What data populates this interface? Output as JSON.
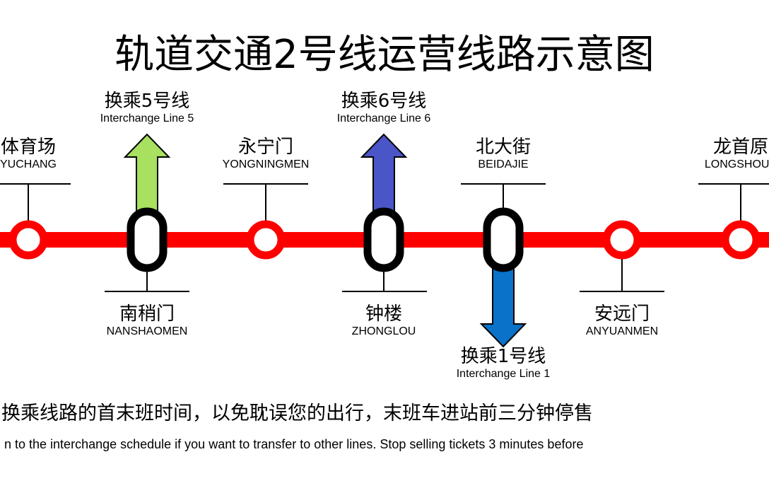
{
  "title": "轨道交通2号线运营线路示意图",
  "line_color": "#ff0000",
  "stations_top": [
    {
      "zh": "体育场",
      "en": "YUCHANG"
    },
    {
      "zh": "永宁门",
      "en": "YONGNINGMEN"
    },
    {
      "zh": "北大街",
      "en": "BEIDAJIE"
    },
    {
      "zh": "龙首原",
      "en": "LONGSHOUY"
    }
  ],
  "stations_bottom": [
    {
      "zh": "南稍门",
      "en": "NANSHAOMEN"
    },
    {
      "zh": "钟楼",
      "en": "ZHONGLOU"
    },
    {
      "zh": "安远门",
      "en": "ANYUANMEN"
    }
  ],
  "interchanges": [
    {
      "zh": "换乘5号线",
      "en": "Interchange Line 5",
      "color": "#a8e05f",
      "direction": "up"
    },
    {
      "zh": "换乘6号线",
      "en": "Interchange Line 6",
      "color": "#4a55c8",
      "direction": "up"
    },
    {
      "zh": "换乘1号线",
      "en": "Interchange Line 1",
      "color": "#0a72c8",
      "direction": "down"
    }
  ],
  "notice": {
    "zh": "换乘线路的首末班时间，以免耽误您的出行，末班车进站前三分钟停售",
    "en": "n to the interchange schedule if you want to transfer to other lines. Stop selling tickets 3 minutes before"
  }
}
